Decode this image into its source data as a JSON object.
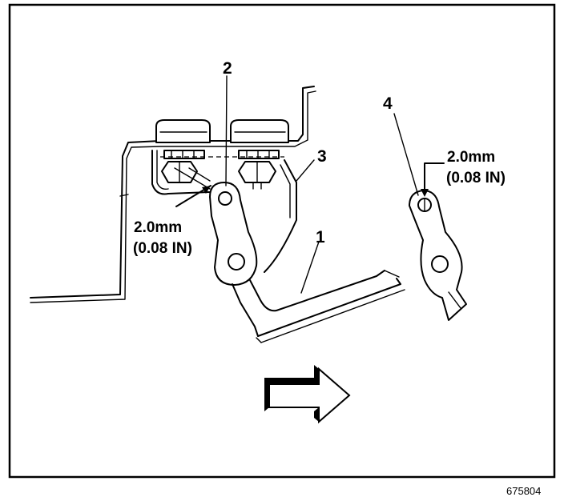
{
  "diagram": {
    "callouts": {
      "one": "1",
      "two": "2",
      "three": "3",
      "four": "4"
    },
    "left_gap": {
      "metric": "2.0mm",
      "imperial": "(0.08 IN)"
    },
    "right_gap": {
      "metric": "2.0mm",
      "imperial": "(0.08 IN)"
    },
    "figure_ref": "675804"
  }
}
